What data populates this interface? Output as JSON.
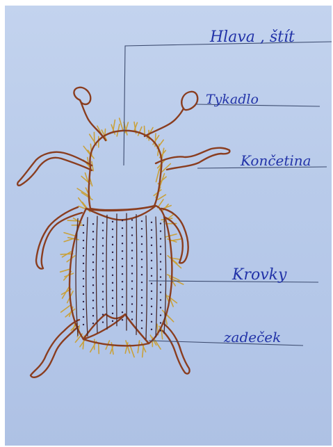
{
  "diagram": {
    "labels": {
      "head": "Hlava , štít",
      "antenna": "Tykadlo",
      "leg": "Končetina",
      "elytra": "Krovky",
      "abdomen": "zadeček"
    },
    "colors": {
      "paper": "#bccdeb",
      "outline": "#8a3d1f",
      "hair": "#c9a13b",
      "dots": "#2b1d40",
      "ink": "#2233a8",
      "leader": "#3b4a6e"
    }
  }
}
